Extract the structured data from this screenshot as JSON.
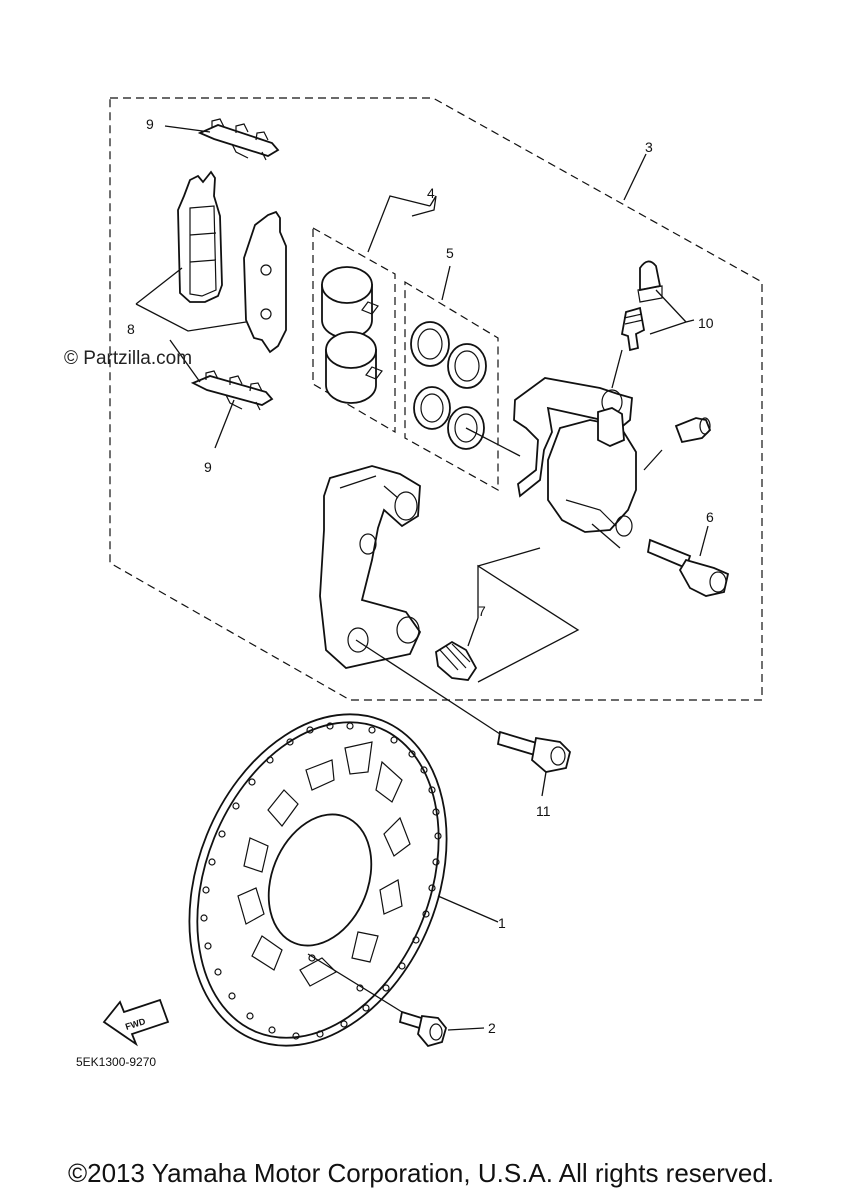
{
  "diagram": {
    "part_labels": {
      "p1": "1",
      "p2": "2",
      "p3": "3",
      "p4": "4",
      "p5": "5",
      "p6": "6",
      "p7": "7",
      "p8": "8",
      "p9_top": "9",
      "p9_bottom": "9",
      "p10": "10",
      "p11": "11"
    },
    "watermark": "© Partzilla.com",
    "diagram_code": "5EK1300-9270",
    "fwd_arrow_label": "FWD"
  },
  "footer": {
    "copyright": "©2013 Yamaha Motor Corporation, U.S.A. All rights reserved."
  }
}
